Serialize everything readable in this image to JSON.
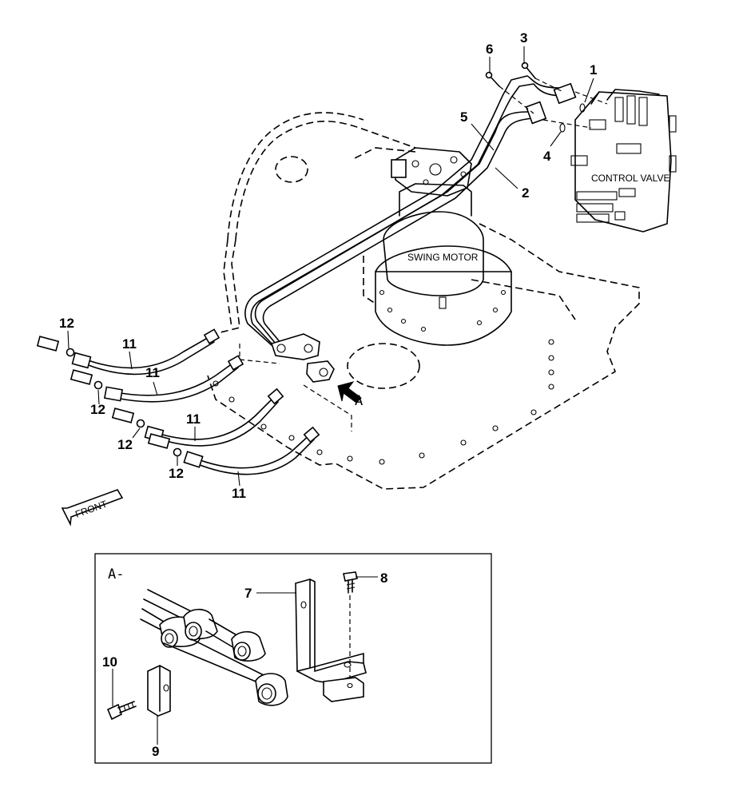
{
  "diagram": {
    "labels": {
      "control_valve": "CONTROL VALVE",
      "swing_motor": "SWING MOTOR",
      "front": "FRONT",
      "view_a": "A",
      "detail_a": "A-"
    },
    "callouts": {
      "p1": "1",
      "p2": "2",
      "p3": "3",
      "p4": "4",
      "p5": "5",
      "p6": "6",
      "p7": "7",
      "p8": "8",
      "p9": "9",
      "p10": "10",
      "p11a": "11",
      "p11b": "11",
      "p11c": "11",
      "p11d": "11",
      "p12a": "12",
      "p12b": "12",
      "p12c": "12",
      "p12d": "12"
    }
  }
}
